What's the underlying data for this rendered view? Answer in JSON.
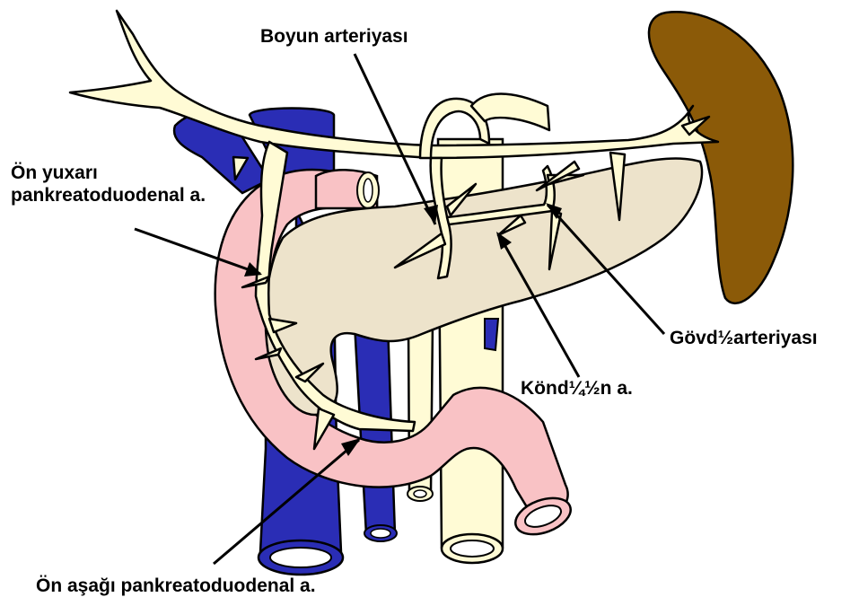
{
  "labels": {
    "boyun": "Boyun arteriyası",
    "on_yuxari_line1": "Ön yuxarı",
    "on_yuxari_line2": "pankreatoduodenal a.",
    "govde": "Gövd½arteriyası",
    "kondelen": "Könd¼½n a.",
    "on_asagi": "Ön aşağı pankreatoduodenal a."
  },
  "colors": {
    "artery": "#FFFBD5",
    "vein": "#2A2DB5",
    "duodenum": "#F9C2C5",
    "pancreas": "#EDE3CB",
    "spleen": "#8B5A08",
    "outline": "#000000"
  }
}
